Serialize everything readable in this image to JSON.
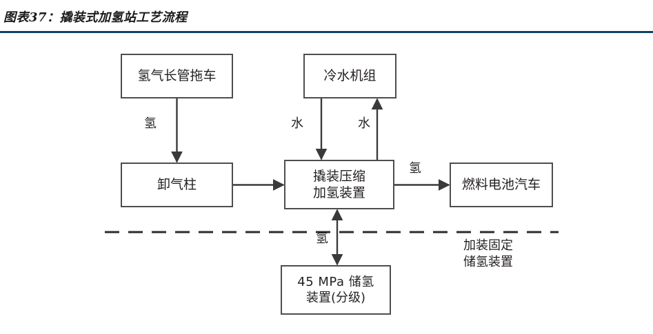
{
  "header": {
    "title": "图表37：撬装式加氢站工艺流程",
    "rule_color": "#0b4266"
  },
  "diagram": {
    "type": "flowchart",
    "stroke_color": "#4d4d4d",
    "background": "#ffffff",
    "nodes": [
      {
        "id": "tube-trailer",
        "label": "氢气长管拖车"
      },
      {
        "id": "chiller",
        "label": "冷水机组"
      },
      {
        "id": "unload",
        "label": "卸气柱"
      },
      {
        "id": "skid",
        "label_line1": "撬装压缩",
        "label_line2": "加氢装置"
      },
      {
        "id": "vehicle",
        "label": "燃料电池汽车"
      },
      {
        "id": "storage",
        "label_line1": "45 MPa 储氢",
        "label_line2": "装置(分级)"
      }
    ],
    "edges": [
      {
        "id": "trailer-to-unload",
        "from": "tube-trailer",
        "to": "unload",
        "label": "氢",
        "direction": "down"
      },
      {
        "id": "chiller-to-skid",
        "from": "chiller",
        "to": "skid",
        "label": "水",
        "direction": "down"
      },
      {
        "id": "skid-to-chiller",
        "from": "skid",
        "to": "chiller",
        "label": "水",
        "direction": "up"
      },
      {
        "id": "unload-to-skid",
        "from": "unload",
        "to": "skid",
        "label": "",
        "direction": "right"
      },
      {
        "id": "skid-to-vehicle",
        "from": "skid",
        "to": "vehicle",
        "label": "氢",
        "direction": "right"
      },
      {
        "id": "skid-storage-both",
        "from": "skid",
        "to": "storage",
        "label": "氢",
        "direction": "both"
      }
    ],
    "divider": {
      "id": "section-divider",
      "style": "dashed",
      "orientation": "horizontal"
    },
    "annotations": [
      {
        "id": "fixed-storage-note",
        "line1": "加装固定",
        "line2": "储氢装置"
      }
    ]
  }
}
